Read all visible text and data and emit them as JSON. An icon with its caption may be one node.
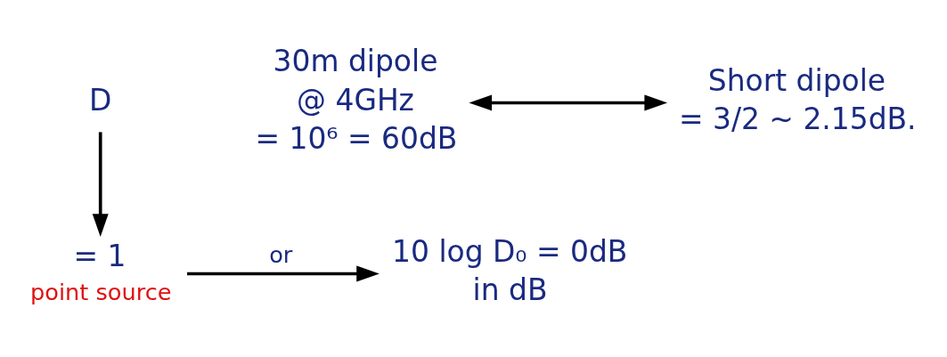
{
  "diagram": {
    "nodes": [
      {
        "text": [
          "D"
        ]
      },
      {
        "text": [
          "= 1"
        ],
        "beside": [
          "point source"
        ]
      },
      {
        "text": [
          "10 log D₀ = 0dB",
          "in dB"
        ]
      },
      {
        "text": [
          "30m dipole",
          "@ 4GHz",
          "= 10⁶ = 60dB"
        ]
      },
      {
        "text": [
          "Short dipole",
          "= 3/2 ~ 2.15dB."
        ]
      }
    ],
    "edges": [
      {
        "from": 0,
        "to": 1,
        "arrow": "to"
      },
      {
        "from": 1,
        "to": 2,
        "arrow": "to",
        "label": "or"
      },
      {
        "from": 3,
        "to": 4,
        "arrow": "both"
      }
    ]
  }
}
